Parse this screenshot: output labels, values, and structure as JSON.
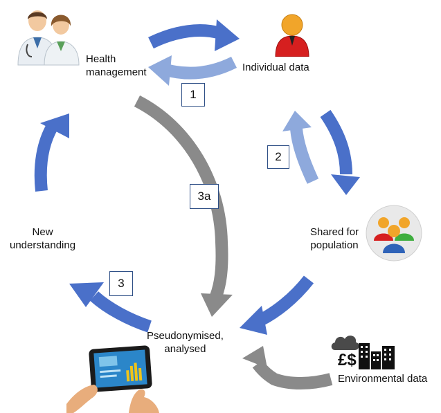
{
  "nodes": {
    "health_management": [
      "Health",
      "management"
    ],
    "individual_data": "Individual data",
    "shared_population": [
      "Shared for",
      "population"
    ],
    "pseudonymised": [
      "Pseudonymised,",
      "analysed"
    ],
    "new_understanding": [
      "New",
      "understanding"
    ],
    "environmental": "Environmental data",
    "currency_symbols": "£$"
  },
  "step_labels": {
    "step1": "1",
    "step2": "2",
    "step3": "3",
    "step3a": "3a"
  },
  "icons": {
    "doctors": "doctors-icon",
    "person": "person-icon",
    "group": "group-icon",
    "cloud": "cloud-icon",
    "buildings": "buildings-icon",
    "tablet": "tablet-hands-icon"
  },
  "colors": {
    "arrow_dark_blue": "#4a70c9",
    "arrow_light_blue": "#8ea9dc",
    "arrow_gray": "#8a8a8a",
    "box_border": "#2e4f86"
  }
}
